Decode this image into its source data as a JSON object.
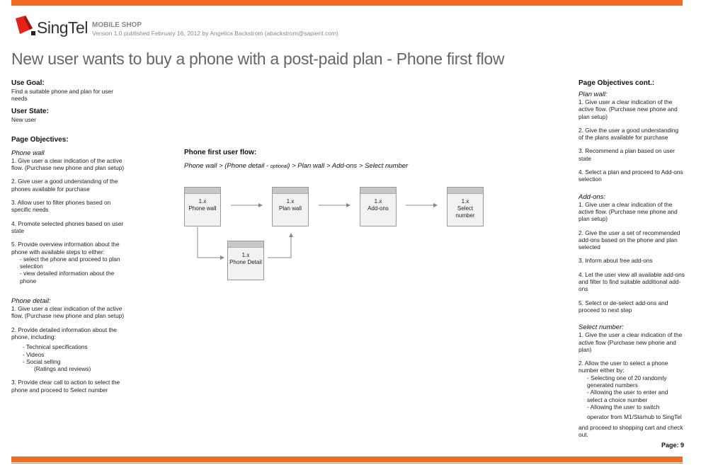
{
  "header": {
    "brand": "SingTel",
    "shop_title": "MOBILE SHOP",
    "version_line": "Version 1.0 published February 16, 2012 by Angelica Backstrom (abackstrom@sapient.com)"
  },
  "page_title": "New user wants to buy a phone with a post-paid plan - Phone first flow",
  "left": {
    "use_goal_heading": "Use Goal:",
    "use_goal_text": "Find a suitable phone and plan for user needs",
    "user_state_heading": "User State:",
    "user_state_text": "New user",
    "objectives_heading": "Page Objectives:",
    "phone_wall_heading": "Phone wall",
    "phone_wall_items": [
      "1. Give user a clear indication of the active flow. (Purchase new phone and plan setup)",
      "2. Give user a good understanding of the phones available for purchase",
      "3. Allow user to filter phones based on specific needs",
      "4. Promote selected phones based on user state",
      "5. Provide overview information about the phone with available steps to either:"
    ],
    "phone_wall_sub": [
      "- select the phone and proceed to plan selection",
      "- view detailed information about the phone"
    ],
    "phone_detail_heading": "Phone detail:",
    "phone_detail_item1": "1. Give user a clear indication of the active flow. (Purchase new phone and plan setup)",
    "phone_detail_item2": "2. Provide detailed information about the phone, including:",
    "phone_detail_sub": [
      "- Technical specifications",
      "- Videos",
      "- Social selling"
    ],
    "phone_detail_sub2": "(Ratings and reviews)",
    "phone_detail_item3": "3. Provide clear call to action to select the phone and proceed to Select number"
  },
  "flow": {
    "title": "Phone first user flow:",
    "path_a": "Phone wall > (Phone detail - ",
    "path_opt": "optional",
    "path_b": ") > Plan wall > Add-ons > Select number",
    "boxes": [
      {
        "num": "1.x",
        "label": "Phone wall"
      },
      {
        "num": "1.x",
        "label": "Plan wall"
      },
      {
        "num": "1.x",
        "label": "Add-ons"
      },
      {
        "num": "1.x",
        "label": "Select number"
      },
      {
        "num": "1.x",
        "label": "Phone Detail"
      }
    ]
  },
  "right": {
    "heading": "Page Objectives cont.:",
    "plan_wall_heading": "Plan wall:",
    "plan_wall_items": [
      "1. Give user a clear indication of the active flow. (Purchase new phone and plan setup)",
      "2. Give the user a good understanding of the plans available for purchase",
      "3. Recommend a plan based on user state",
      "4. Select a plan and proceed to Add-ons selection"
    ],
    "addons_heading": "Add-ons:",
    "addons_items": [
      "1. Give user a clear indication of the active flow. (Purchase new phone and plan setup)",
      "2. Give the user a set of recommended add-ons based on the phone and plan selected",
      "3. Inform about free add-ons",
      "4. Let the user view all available add-ons and filter to find suitable additional add-ons",
      "5. Select or de-select add-ons and proceed to next step"
    ],
    "select_number_heading": "Select number:",
    "select_number_item1": "1. Give the user a clear indication of the active flow (Purchase new phone and plan)",
    "select_number_item2": "2. Allow the user to select a phone number either by:",
    "select_number_sub": [
      "- Selecting one of 20 randomly generated numbers",
      "- Allowing the user to enter and select a choice number",
      "- Allowing the user to switch"
    ],
    "select_number_op": "operator from M1/Starhub to SingTel",
    "select_number_end": "and proceed to shopping cart and check out."
  },
  "page_number": "Page: 9",
  "colors": {
    "accent": "#f26b21",
    "logo_red": "#e2231a"
  }
}
